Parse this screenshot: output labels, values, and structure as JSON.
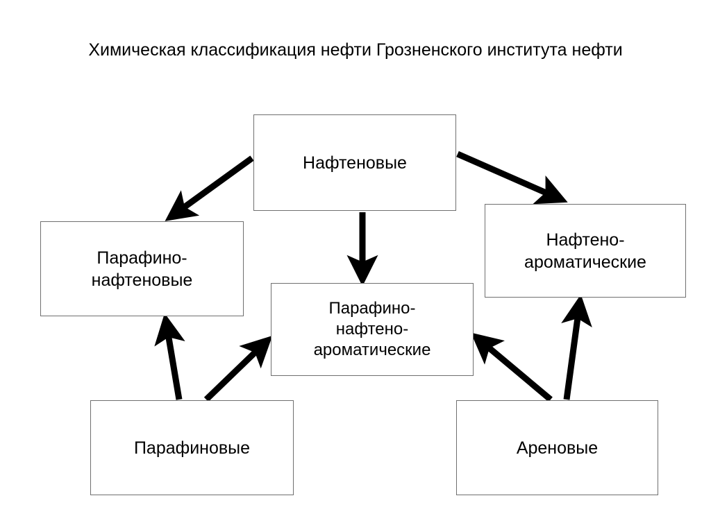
{
  "title": "Химическая классификация нефти Грозненского института нефти",
  "diagram": {
    "type": "flow-diagram",
    "nodes": [
      {
        "id": "naphthenic",
        "label": "Нафтеновые"
      },
      {
        "id": "paraffin-naph",
        "label": "Парафино-\nнафтеновые"
      },
      {
        "id": "naph-arom",
        "label": "Нафтено-\nароматические"
      },
      {
        "id": "pna",
        "label": "Парафино-\nнафтено-\nароматические"
      },
      {
        "id": "paraffinic",
        "label": "Парафиновые"
      },
      {
        "id": "arenic",
        "label": "Ареновые"
      }
    ],
    "edges": [
      {
        "from": "naphthenic",
        "to": "paraffin-naph"
      },
      {
        "from": "naphthenic",
        "to": "naph-arom"
      },
      {
        "from": "naphthenic",
        "to": "pna"
      },
      {
        "from": "paraffinic",
        "to": "paraffin-naph"
      },
      {
        "from": "paraffinic",
        "to": "pna"
      },
      {
        "from": "arenic",
        "to": "pna"
      },
      {
        "from": "arenic",
        "to": "naph-arom"
      }
    ],
    "colors": {
      "background": "#ffffff",
      "box_border": "#6f6f6f",
      "arrow": "#000000",
      "text": "#000000"
    }
  }
}
